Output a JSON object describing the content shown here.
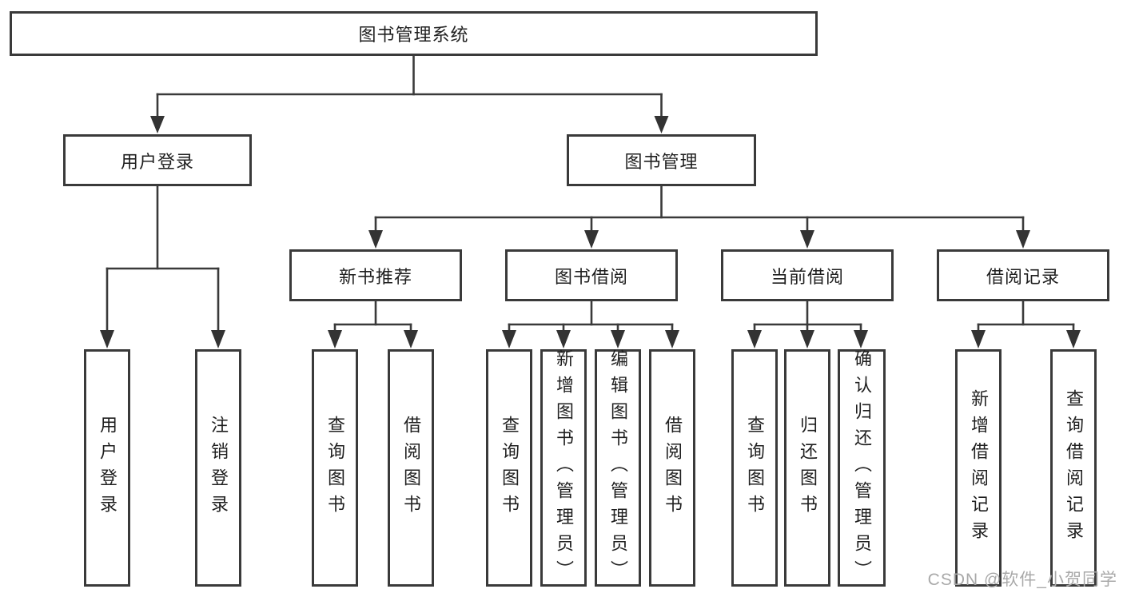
{
  "diagram": {
    "type": "hierarchy",
    "colors": {
      "line": "#3a3a3a",
      "box_border": "#3a3a3a",
      "box_fill": "#ffffff",
      "text": "#1f1f1f",
      "watermark": "#a9a9a9",
      "background": "#ffffff"
    },
    "watermark": "CSDN @软件_小贺同学",
    "tree": {
      "root": "图书管理系统",
      "children": [
        {
          "label": "用户登录",
          "children": [
            "用户登录",
            "注销登录"
          ]
        },
        {
          "label": "图书管理",
          "children": [
            {
              "label": "新书推荐",
              "children": [
                "查询图书",
                "借阅图书"
              ]
            },
            {
              "label": "图书借阅",
              "children": [
                "查询图书",
                "新增图书（管理员）",
                "编辑图书（管理员）",
                "借阅图书"
              ]
            },
            {
              "label": "当前借阅",
              "children": [
                "查询图书",
                "归还图书",
                "确认归还（管理员）"
              ]
            },
            {
              "label": "借阅记录",
              "children": [
                "新增借阅记录",
                "查询借阅记录"
              ]
            }
          ]
        }
      ]
    }
  }
}
